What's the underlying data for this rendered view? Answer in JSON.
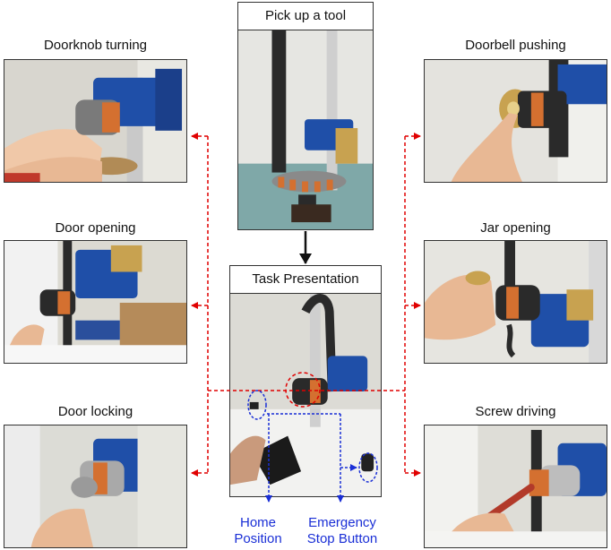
{
  "center": {
    "top_title": "Pick up a tool",
    "mid_title": "Task Presentation",
    "annotations": {
      "home_line1": "Home",
      "home_line2": "Position",
      "stop_line1": "Emergency",
      "stop_line2": "Stop Button"
    }
  },
  "tasks": {
    "doorknob": "Doorknob turning",
    "door_opening": "Door opening",
    "door_locking": "Door locking",
    "doorbell": "Doorbell pushing",
    "jar": "Jar opening",
    "screw": "Screw driving"
  },
  "colors": {
    "arrow_red": "#e00000",
    "annotation_blue": "#1a2fd6",
    "robot_blue": "#1f4fa8"
  }
}
